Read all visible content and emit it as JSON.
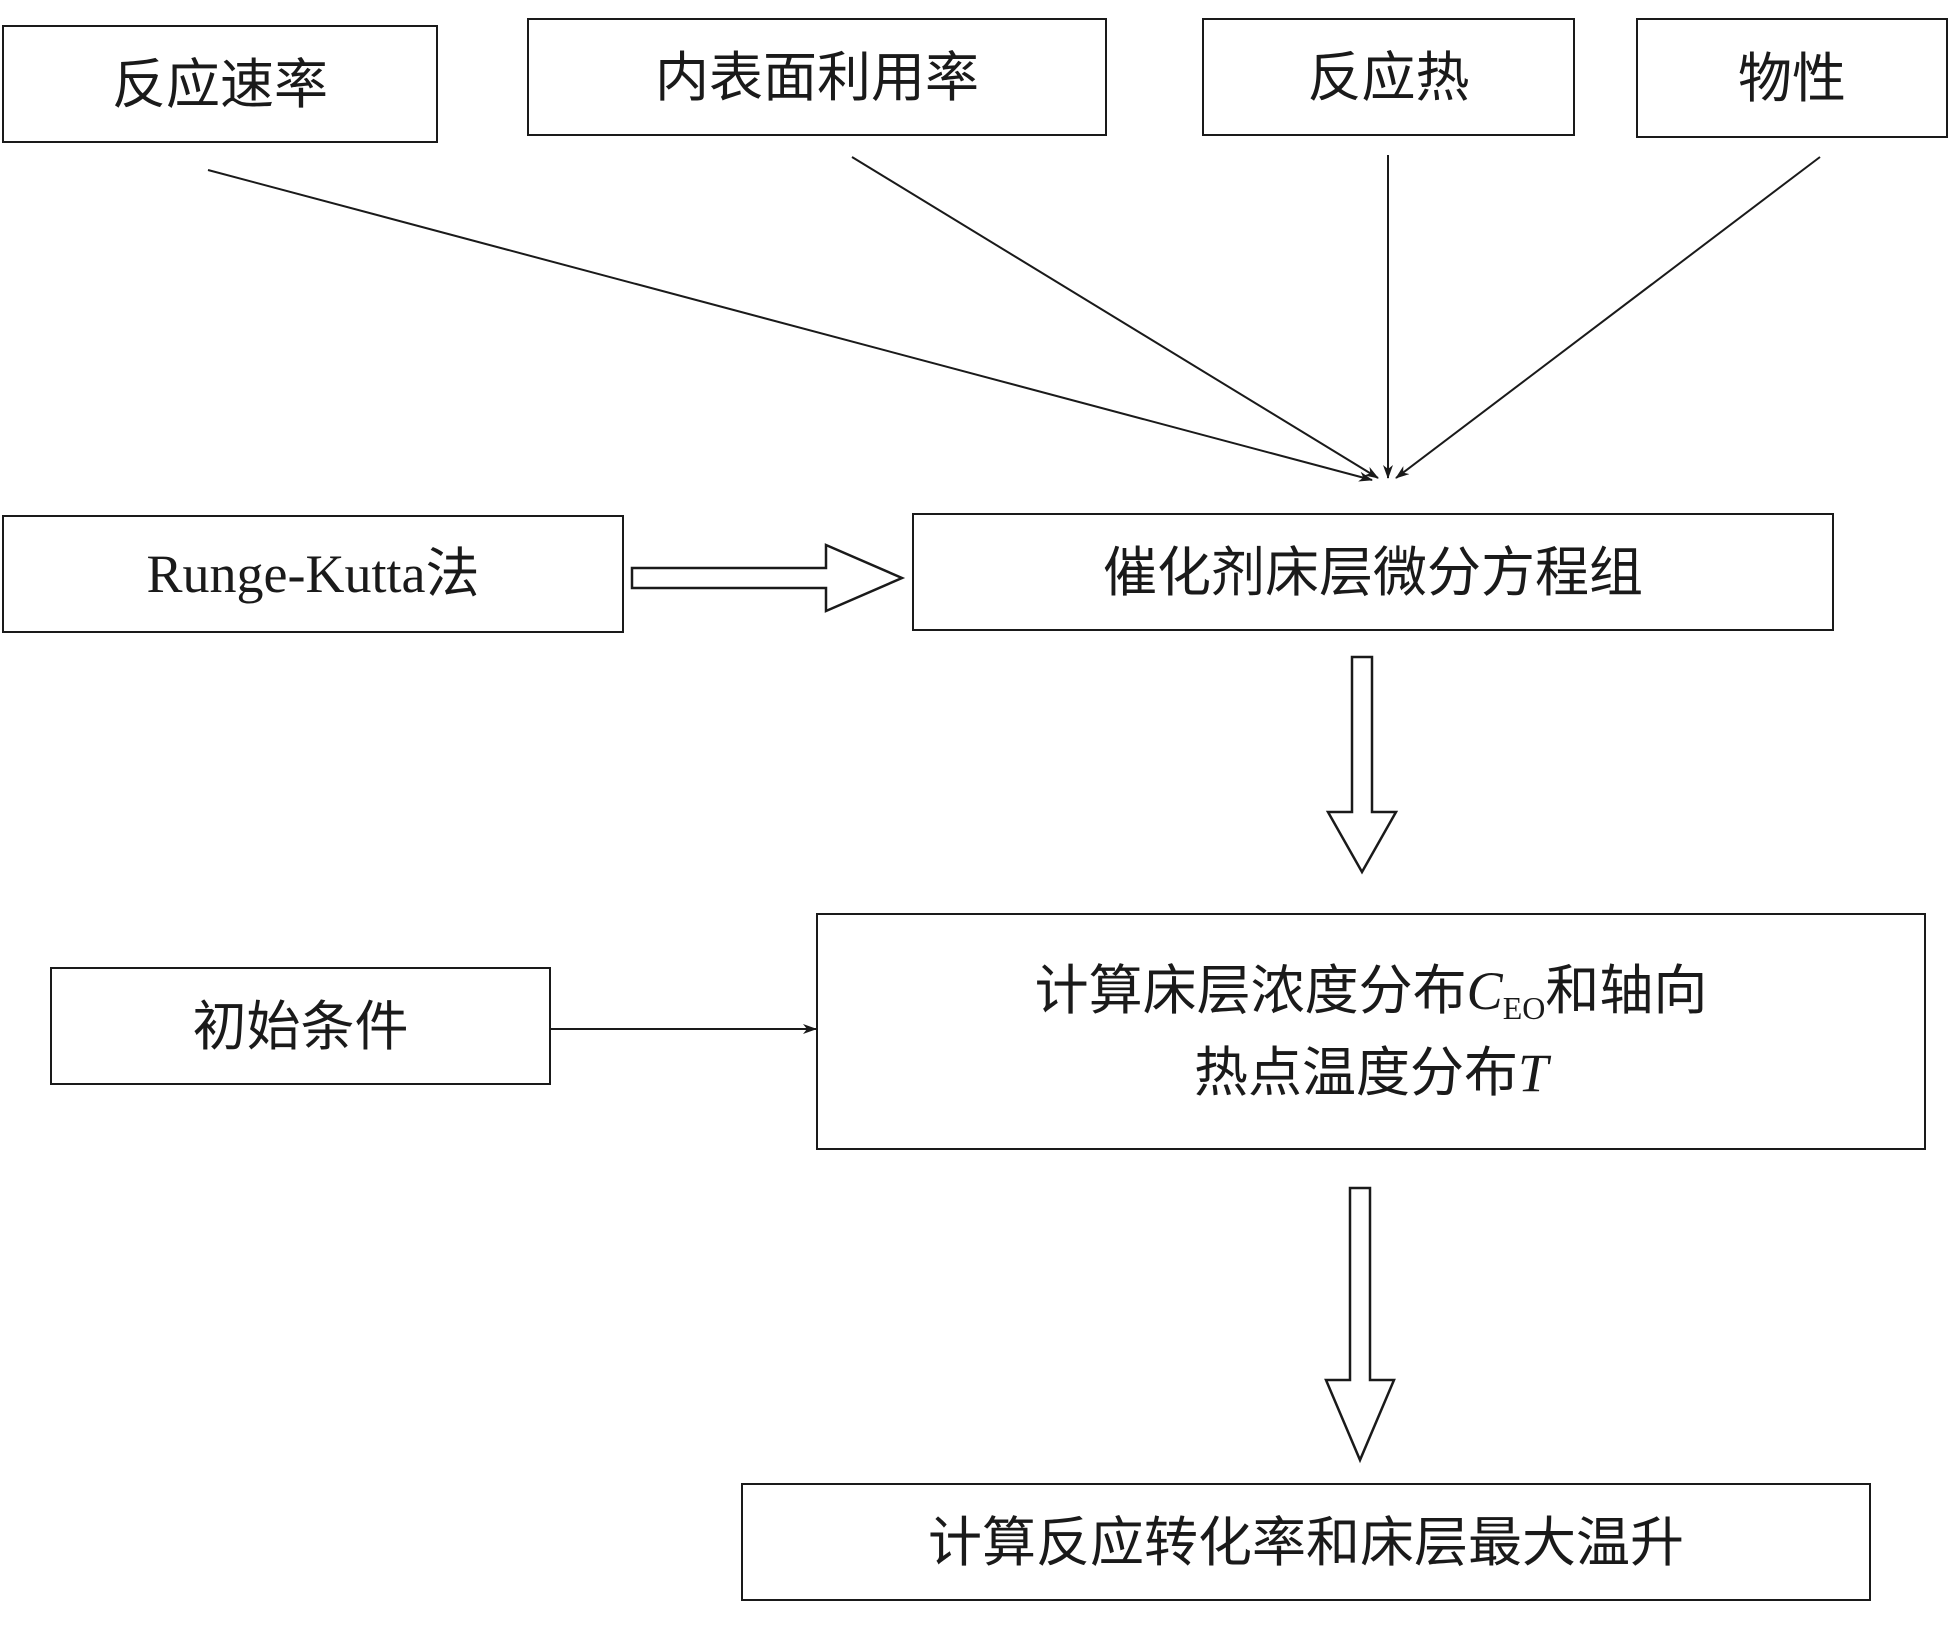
{
  "nodes": {
    "reaction_rate": {
      "label": "反应速率"
    },
    "surface_utilization": {
      "label": "内表面利用率"
    },
    "reaction_heat": {
      "label": "反应热"
    },
    "physical_properties": {
      "label": "物性"
    },
    "runge_kutta": {
      "latin": "Runge-Kutta",
      "suffix": "法"
    },
    "bed_equations": {
      "label": "催化剂床层微分方程组"
    },
    "initial_conditions": {
      "label": "初始条件"
    },
    "distribution": {
      "line1_prefix": "计算床层浓度分布",
      "line1_symbol": "C",
      "line1_subscript": "EO",
      "line1_suffix": "和轴向",
      "line2_prefix": "热点温度分布",
      "line2_symbol": "T"
    },
    "result": {
      "label": "计算反应转化率和床层最大温升"
    }
  },
  "style": {
    "line_color": "#1a1a1a",
    "background": "#ffffff"
  }
}
